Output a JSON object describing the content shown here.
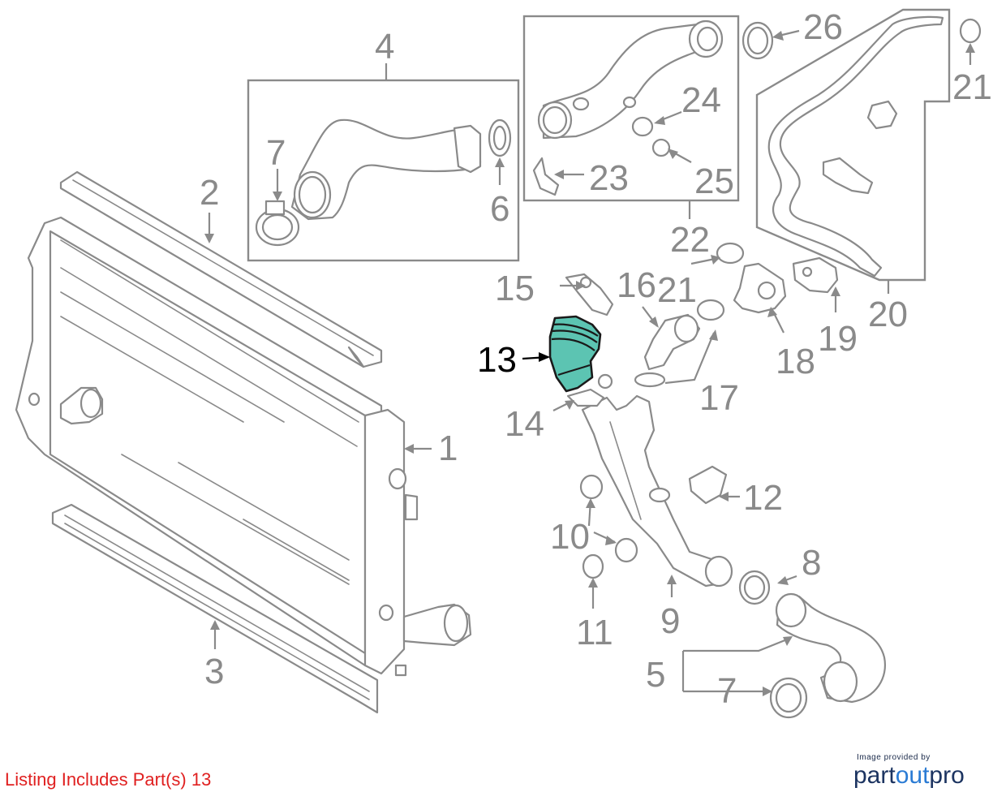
{
  "callouts": {
    "c1": "1",
    "c2": "2",
    "c3": "3",
    "c4": "4",
    "c5": "5",
    "c6": "6",
    "c7a": "7",
    "c7b": "7",
    "c8": "8",
    "c9": "9",
    "c10": "10",
    "c11": "11",
    "c12": "12",
    "c13": "13",
    "c14": "14",
    "c15": "15",
    "c16": "16",
    "c17": "17",
    "c18": "18",
    "c19": "19",
    "c20": "20",
    "c21a": "21",
    "c21b": "21",
    "c22": "22",
    "c23": "23",
    "c24": "24",
    "c25": "25",
    "c26": "26"
  },
  "highlighted_part": "13",
  "colors": {
    "highlight_fill": "#5cc4b2",
    "line_gray": "#8a8a8a",
    "note_red": "#e02020",
    "brand_navy": "#1c3461",
    "brand_blue": "#2a7bd4"
  },
  "listing_note": "Listing Includes Part(s) 13",
  "credit": {
    "small": "Image provided by",
    "brand_a": "part",
    "brand_b": "out",
    "brand_c": "pro"
  }
}
